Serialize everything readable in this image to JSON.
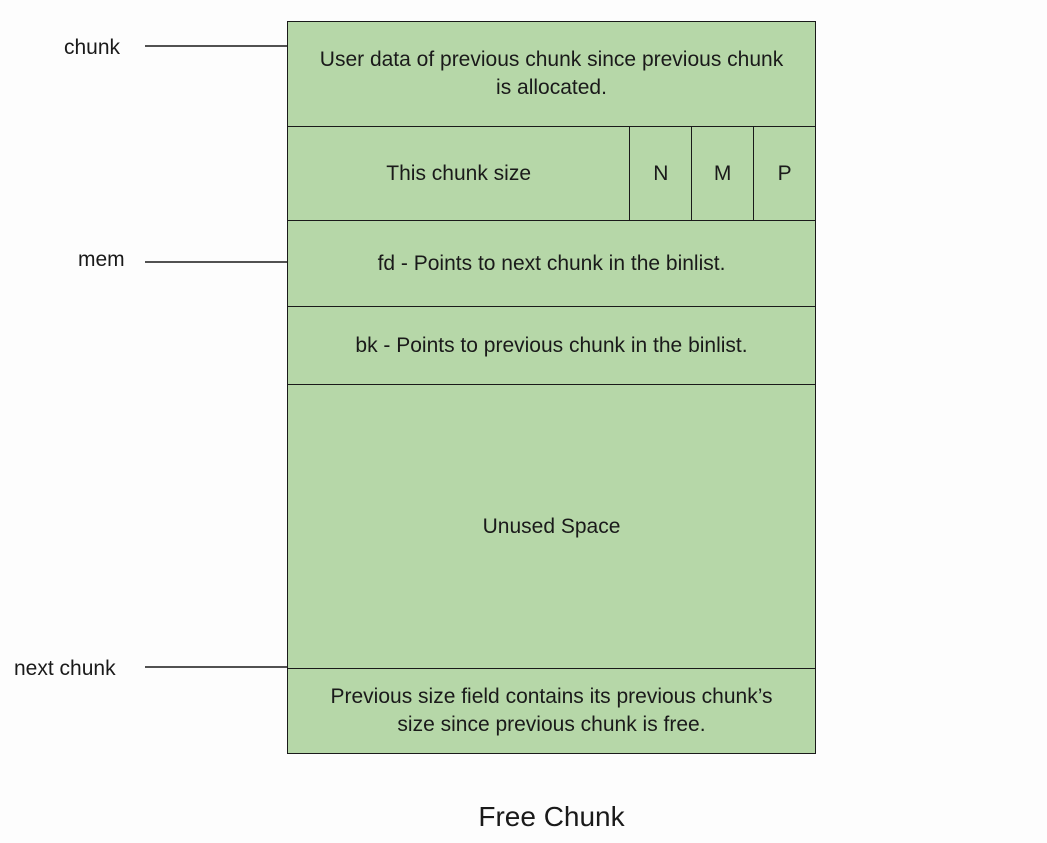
{
  "pointers": {
    "chunk": "chunk",
    "mem": "mem",
    "next_chunk": "next chunk"
  },
  "rows": {
    "prev_user_data": "User data of previous chunk since previous chunk is allocated.",
    "this_chunk_size": "This chunk size",
    "flag_n": "N",
    "flag_m": "M",
    "flag_p": "P",
    "fd": "fd - Points to next chunk in the binlist.",
    "bk": "bk - Points to previous chunk in the binlist.",
    "unused": "Unused Space",
    "next_prev_size": "Previous size field contains its previous chunk’s size since previous chunk is free."
  },
  "caption": "Free Chunk",
  "colors": {
    "box_fill": "#b6d7a8",
    "stroke": "#1a1a1a"
  }
}
